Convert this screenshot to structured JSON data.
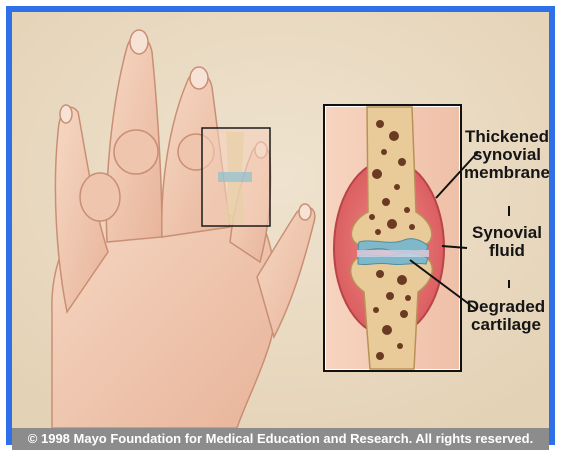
{
  "labels": {
    "thickened": "Thickened synovial membrane",
    "synovial_fluid": "Synovial fluid",
    "degraded": "Degraded cartilage"
  },
  "copyright": "© 1998 Mayo Foundation for Medical Education and Research. All rights reserved.",
  "colors": {
    "border": "#2f6fe8",
    "background": "#e9dac2",
    "skin": "#f1c9b0",
    "synovium": "#e56b6b",
    "bone": "#e7c793",
    "marrow": "#6b3a22",
    "cartilage": "#7fb8c9"
  }
}
